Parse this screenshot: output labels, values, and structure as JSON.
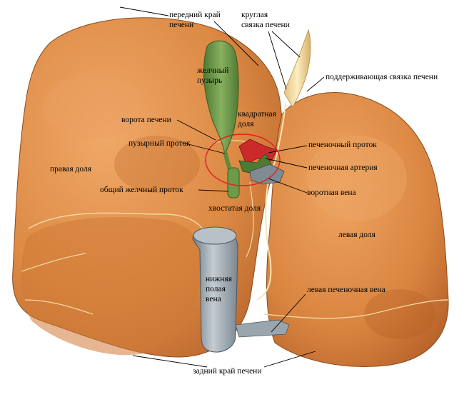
{
  "labels": {
    "anterior_edge": "передний край\nпечени",
    "round_ligament": "круглая\nсвязка печени",
    "suspensory_ligament": "поддерживающая связка печени",
    "gallbladder": "желчный\nпузырь",
    "quadrate_lobe": "квадратная\nдоля",
    "porta_hepatis": "ворота печени",
    "cystic_duct": "пузырный проток",
    "hepatic_duct": "печеночный проток",
    "right_lobe": "правая доля",
    "hepatic_artery": "печеночная артерия",
    "portal_vein": "воротная вена",
    "common_bile_duct": "общий желчный проток",
    "caudate_lobe": "хвостатая доля",
    "left_lobe": "левая доля",
    "inferior_vena_cava": "нижняя\nполая\nвена",
    "left_hepatic_vein": "левая печеночная вена",
    "posterior_edge": "задний край печени"
  },
  "colors": {
    "liver": "#d9823a",
    "liver_dark": "#b5612a",
    "liver_light": "#eba15a",
    "gallbladder": "#6f9a4a",
    "vena_cava": "#9aa6ae",
    "artery": "#d03030",
    "porta_circle": "#e02020",
    "ligament": "#f0d9a0"
  }
}
